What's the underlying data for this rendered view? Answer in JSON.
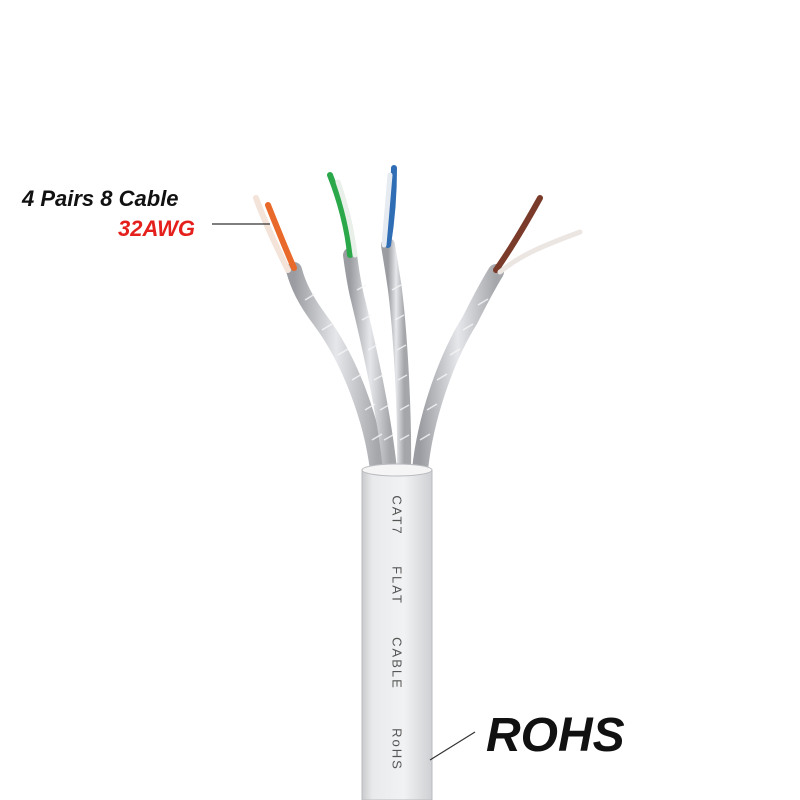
{
  "labels": {
    "pairs": "4 Pairs 8 Cable",
    "gauge": "32AWG",
    "rohs": "ROHS"
  },
  "jacket_print": [
    "CAT7",
    "FLAT",
    "CABLE",
    "RoHS"
  ],
  "colors": {
    "background": "#ffffff",
    "gauge_text": "#e5201c",
    "jacket": "#e4e5e7",
    "wire_orange": "#e8692a",
    "wire_green": "#2aa84a",
    "wire_blue": "#2f6db5",
    "wire_brown": "#7a3b2a",
    "shield": "#c9cbcf"
  }
}
